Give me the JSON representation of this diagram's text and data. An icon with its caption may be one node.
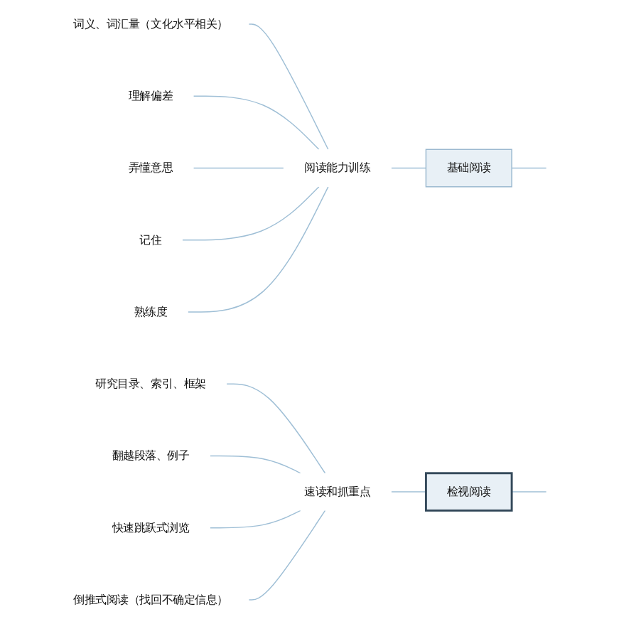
{
  "diagram": {
    "nodes": [
      {
        "text": [
          "基础阅读"
        ]
      },
      {
        "text": [
          "阅读能力训练"
        ]
      },
      {
        "text": [
          "词义、词汇量（文化水平相关）"
        ]
      },
      {
        "text": [
          "理解偏差"
        ]
      },
      {
        "text": [
          "弄懂意思"
        ]
      },
      {
        "text": [
          "记住"
        ]
      },
      {
        "text": [
          "熟练度"
        ]
      },
      {
        "text": [
          "检视阅读"
        ]
      },
      {
        "text": [
          "速读和抓重点"
        ]
      },
      {
        "text": [
          "研究目录、索引、框架"
        ]
      },
      {
        "text": [
          "翻越段落、例子"
        ]
      },
      {
        "text": [
          "快速跳跃式浏览"
        ]
      },
      {
        "text": [
          "倒推式阅读（找回不确定信息）"
        ]
      }
    ],
    "edges": [
      {
        "from": null,
        "to": 0,
        "arrow": "none"
      },
      {
        "from": 0,
        "to": 1,
        "arrow": "none"
      },
      {
        "from": 1,
        "to": 2,
        "arrow": "none"
      },
      {
        "from": 1,
        "to": 3,
        "arrow": "none"
      },
      {
        "from": 1,
        "to": 4,
        "arrow": "none"
      },
      {
        "from": 1,
        "to": 5,
        "arrow": "none"
      },
      {
        "from": 1,
        "to": 6,
        "arrow": "none"
      },
      {
        "from": null,
        "to": 7,
        "arrow": "none"
      },
      {
        "from": 7,
        "to": 8,
        "arrow": "none"
      },
      {
        "from": 8,
        "to": 9,
        "arrow": "none"
      },
      {
        "from": 8,
        "to": 10,
        "arrow": "none"
      },
      {
        "from": 8,
        "to": 11,
        "arrow": "none"
      },
      {
        "from": 8,
        "to": 12,
        "arrow": "none"
      }
    ]
  }
}
